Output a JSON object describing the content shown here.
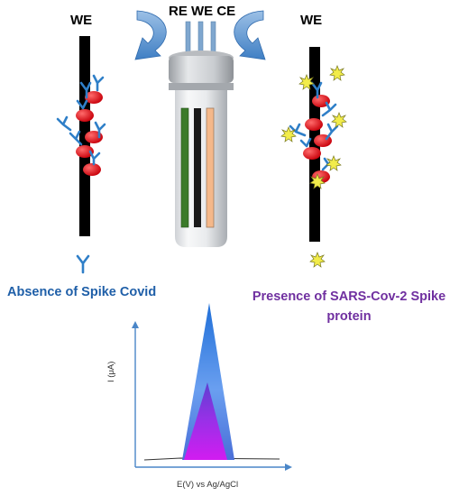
{
  "labels": {
    "we_left": "WE",
    "we_right": "WE",
    "electrodes": "RE WE CE",
    "absence": "Absence of Spike Covid",
    "presence": "Presence of SARS-Cov-2 Spike protein",
    "y_axis": "I (μA)",
    "x_axis": "E(V) vs Ag/AgCl"
  },
  "colors": {
    "antibody": "#2f7fc8",
    "protein_red": "#e8141b",
    "spike_yellow": "#f2ec4a",
    "electrode_green": "#3b7a2a",
    "electrode_black": "#1a1a1a",
    "electrode_peach": "#f4b88a",
    "absence_text": "#1f5fa8",
    "presence_text": "#7030a0",
    "peak_blue": "#3a7fe0",
    "peak_violet": "#b020f0"
  },
  "icons": [
    "curved-arrow-left-icon",
    "curved-arrow-right-icon",
    "antibody-y-icon",
    "spike-protein-icon",
    "test-tube-icon"
  ]
}
